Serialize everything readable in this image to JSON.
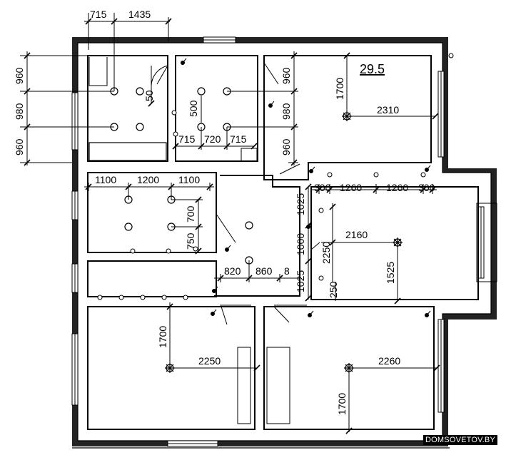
{
  "plan": {
    "room_area": "29.5",
    "watermark": "DOMSOVETOV.BY",
    "dims": {
      "top_715": "715",
      "top_1435": "1435",
      "left_960a": "960",
      "left_980": "980",
      "left_960b": "960",
      "r1_50": "50",
      "r2_500": "500",
      "r2_715a": "715",
      "r2_720": "720",
      "r2_715b": "715",
      "r3_960a": "960",
      "r3_980": "980",
      "r3_960b": "960",
      "r3_1700": "1700",
      "r3_2310": "2310",
      "r4_1100a": "1100",
      "r4_1200": "1200",
      "r4_1100b": "1100",
      "r4_700": "700",
      "r4_750": "750",
      "h_820": "820",
      "h_860": "860",
      "h_8": "8",
      "h_1025a": "1025",
      "h_1000": "1000",
      "h_1025b": "1025",
      "r5_300a": "300",
      "r5_1260a": "1260",
      "r5_1260b": "1260",
      "r5_300b": "300",
      "r5_2250": "2250",
      "r5_2160": "2160",
      "r5_1525": "1525",
      "r5_250": "250",
      "r6_1700": "1700",
      "r6_2250": "2250",
      "r7_2260": "2260",
      "r7_1700": "1700"
    }
  }
}
